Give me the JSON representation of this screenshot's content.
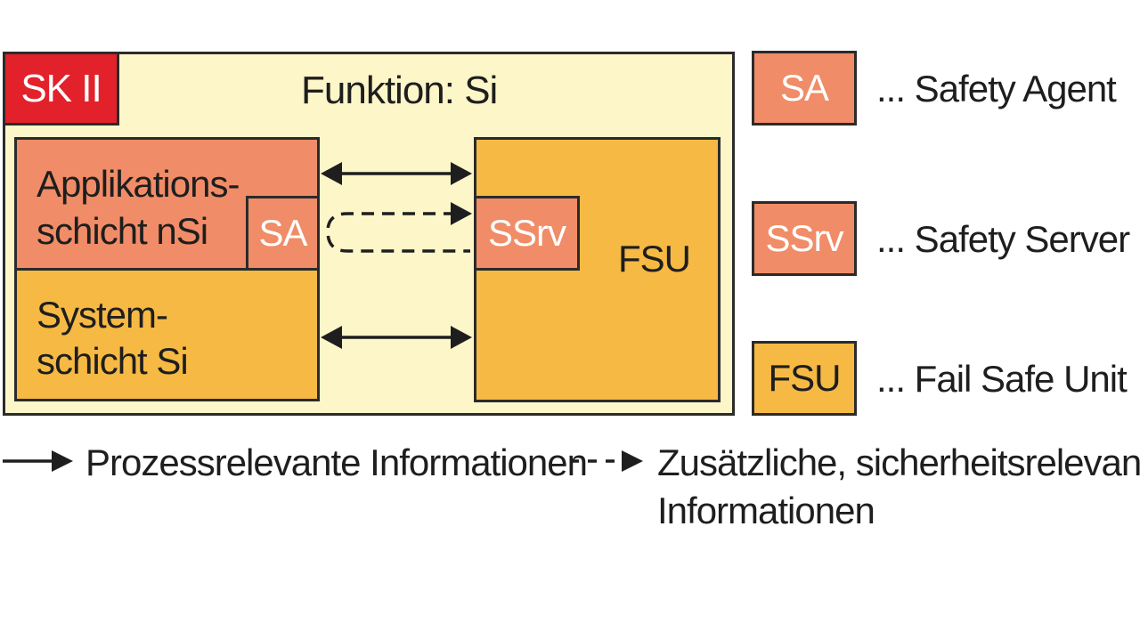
{
  "diagram": {
    "sk_label": "SK II",
    "title": "Funktion: Si",
    "app_layer": {
      "line1": "Applikations-",
      "line2": "schicht nSi"
    },
    "sa_inner": "SA",
    "system_layer": {
      "line1": "System-",
      "line2": "schicht Si"
    },
    "ssrv_inner": "SSrv",
    "fsu_label": "FSU"
  },
  "legend": {
    "items": [
      {
        "abbr": "SA",
        "desc": "... Safety Agent",
        "color": "#f08c67"
      },
      {
        "abbr": "SSrv",
        "desc": "... Safety Server",
        "color": "#f08c67"
      },
      {
        "abbr": "FSU",
        "desc": "... Fail Safe Unit",
        "color": "#f5b944"
      }
    ],
    "solid_arrow_label": "Prozessrelevante Informationen",
    "dashed_arrow_label_line1": "Zusätzliche, sicherheitsrelevante",
    "dashed_arrow_label_line2": "Informationen"
  },
  "colors": {
    "frame": "#fdf6c8",
    "sk": "#e2212b",
    "orange": "#f08c67",
    "amber": "#f5b944"
  }
}
